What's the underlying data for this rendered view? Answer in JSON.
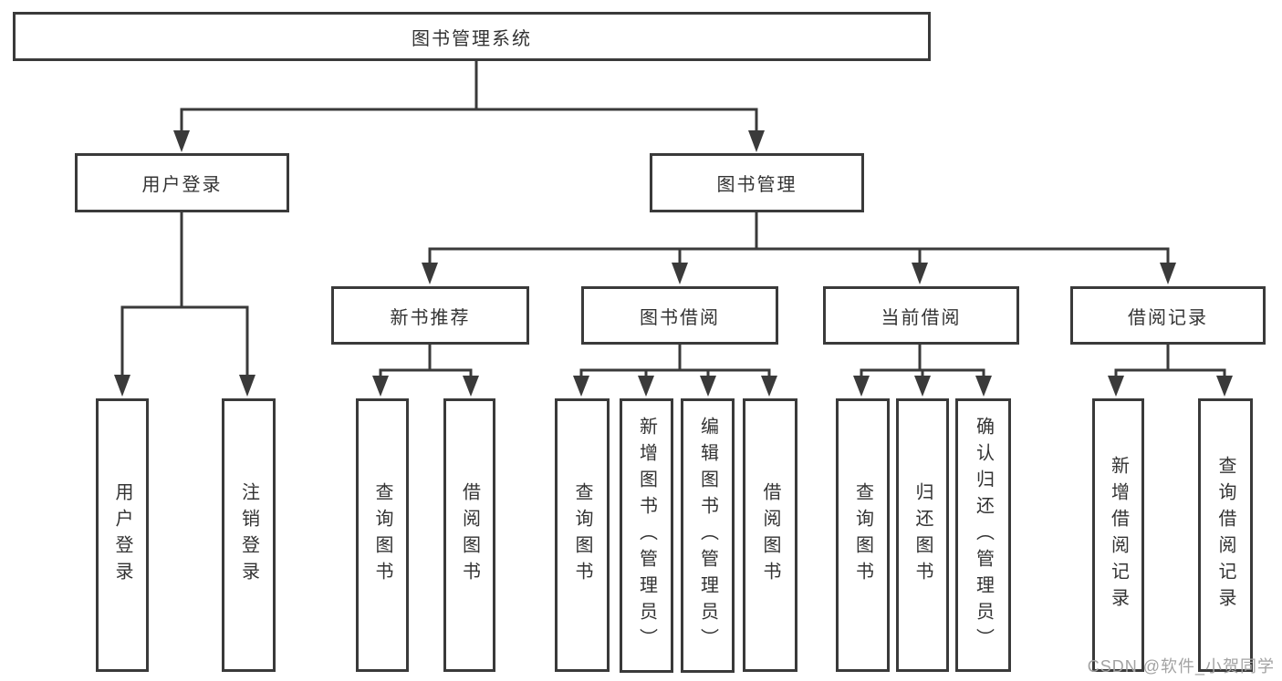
{
  "tree": {
    "root": "图书管理系统",
    "children": [
      {
        "label": "用户登录",
        "children": [
          {
            "label": "用户登录"
          },
          {
            "label": "注销登录"
          }
        ]
      },
      {
        "label": "图书管理",
        "children": [
          {
            "label": "新书推荐",
            "children": [
              {
                "label": "查询图书"
              },
              {
                "label": "借阅图书"
              }
            ]
          },
          {
            "label": "图书借阅",
            "children": [
              {
                "label": "查询图书"
              },
              {
                "label": "新增图书（管理员）"
              },
              {
                "label": "编辑图书（管理员）"
              },
              {
                "label": "借阅图书"
              }
            ]
          },
          {
            "label": "当前借阅",
            "children": [
              {
                "label": "查询图书"
              },
              {
                "label": "归还图书"
              },
              {
                "label": "确认归还（管理员）"
              }
            ]
          },
          {
            "label": "借阅记录",
            "children": [
              {
                "label": "新增借阅记录"
              },
              {
                "label": "查询借阅记录"
              }
            ]
          }
        ]
      }
    ]
  },
  "watermark": "CSDN @软件_小贺同学",
  "colors": {
    "line": "#3a3a3a",
    "text": "#333333",
    "watermark": "#a3a3a3",
    "background": "#ffffff"
  }
}
